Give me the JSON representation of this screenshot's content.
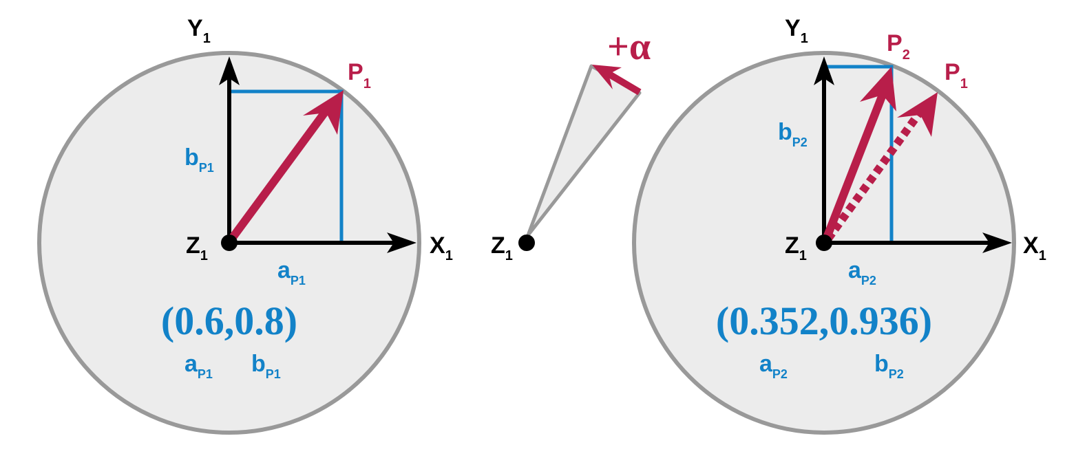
{
  "colors": {
    "circle_fill": "#ececec",
    "circle_stroke": "#999999",
    "axis": "#000000",
    "vector": "#b81e4a",
    "projection": "#1282c8",
    "text_black": "#000000"
  },
  "left_panel": {
    "axis_y": "Y",
    "axis_y_sub": "1",
    "axis_x": "X",
    "axis_x_sub": "1",
    "origin": "Z",
    "origin_sub": "1",
    "point": "P",
    "point_sub": "1",
    "b_label": "b",
    "b_sub": "P1",
    "a_label": "a",
    "a_sub": "P1",
    "coords": "(0.6,0.8)",
    "coord_a": "a",
    "coord_a_sub": "P1",
    "coord_b": "b",
    "coord_b_sub": "P1"
  },
  "middle_panel": {
    "origin": "Z",
    "origin_sub": "1",
    "rotation": "+α"
  },
  "right_panel": {
    "axis_y": "Y",
    "axis_y_sub": "1",
    "axis_x": "X",
    "axis_x_sub": "1",
    "origin": "Z",
    "origin_sub": "1",
    "point_new": "P",
    "point_new_sub": "2",
    "point_old": "P",
    "point_old_sub": "1",
    "b_label": "b",
    "b_sub": "P2",
    "a_label": "a",
    "a_sub": "P2",
    "coords": "(0.352,0.936)",
    "coord_a": "a",
    "coord_a_sub": "P2",
    "coord_b": "b",
    "coord_b_sub": "P2"
  }
}
